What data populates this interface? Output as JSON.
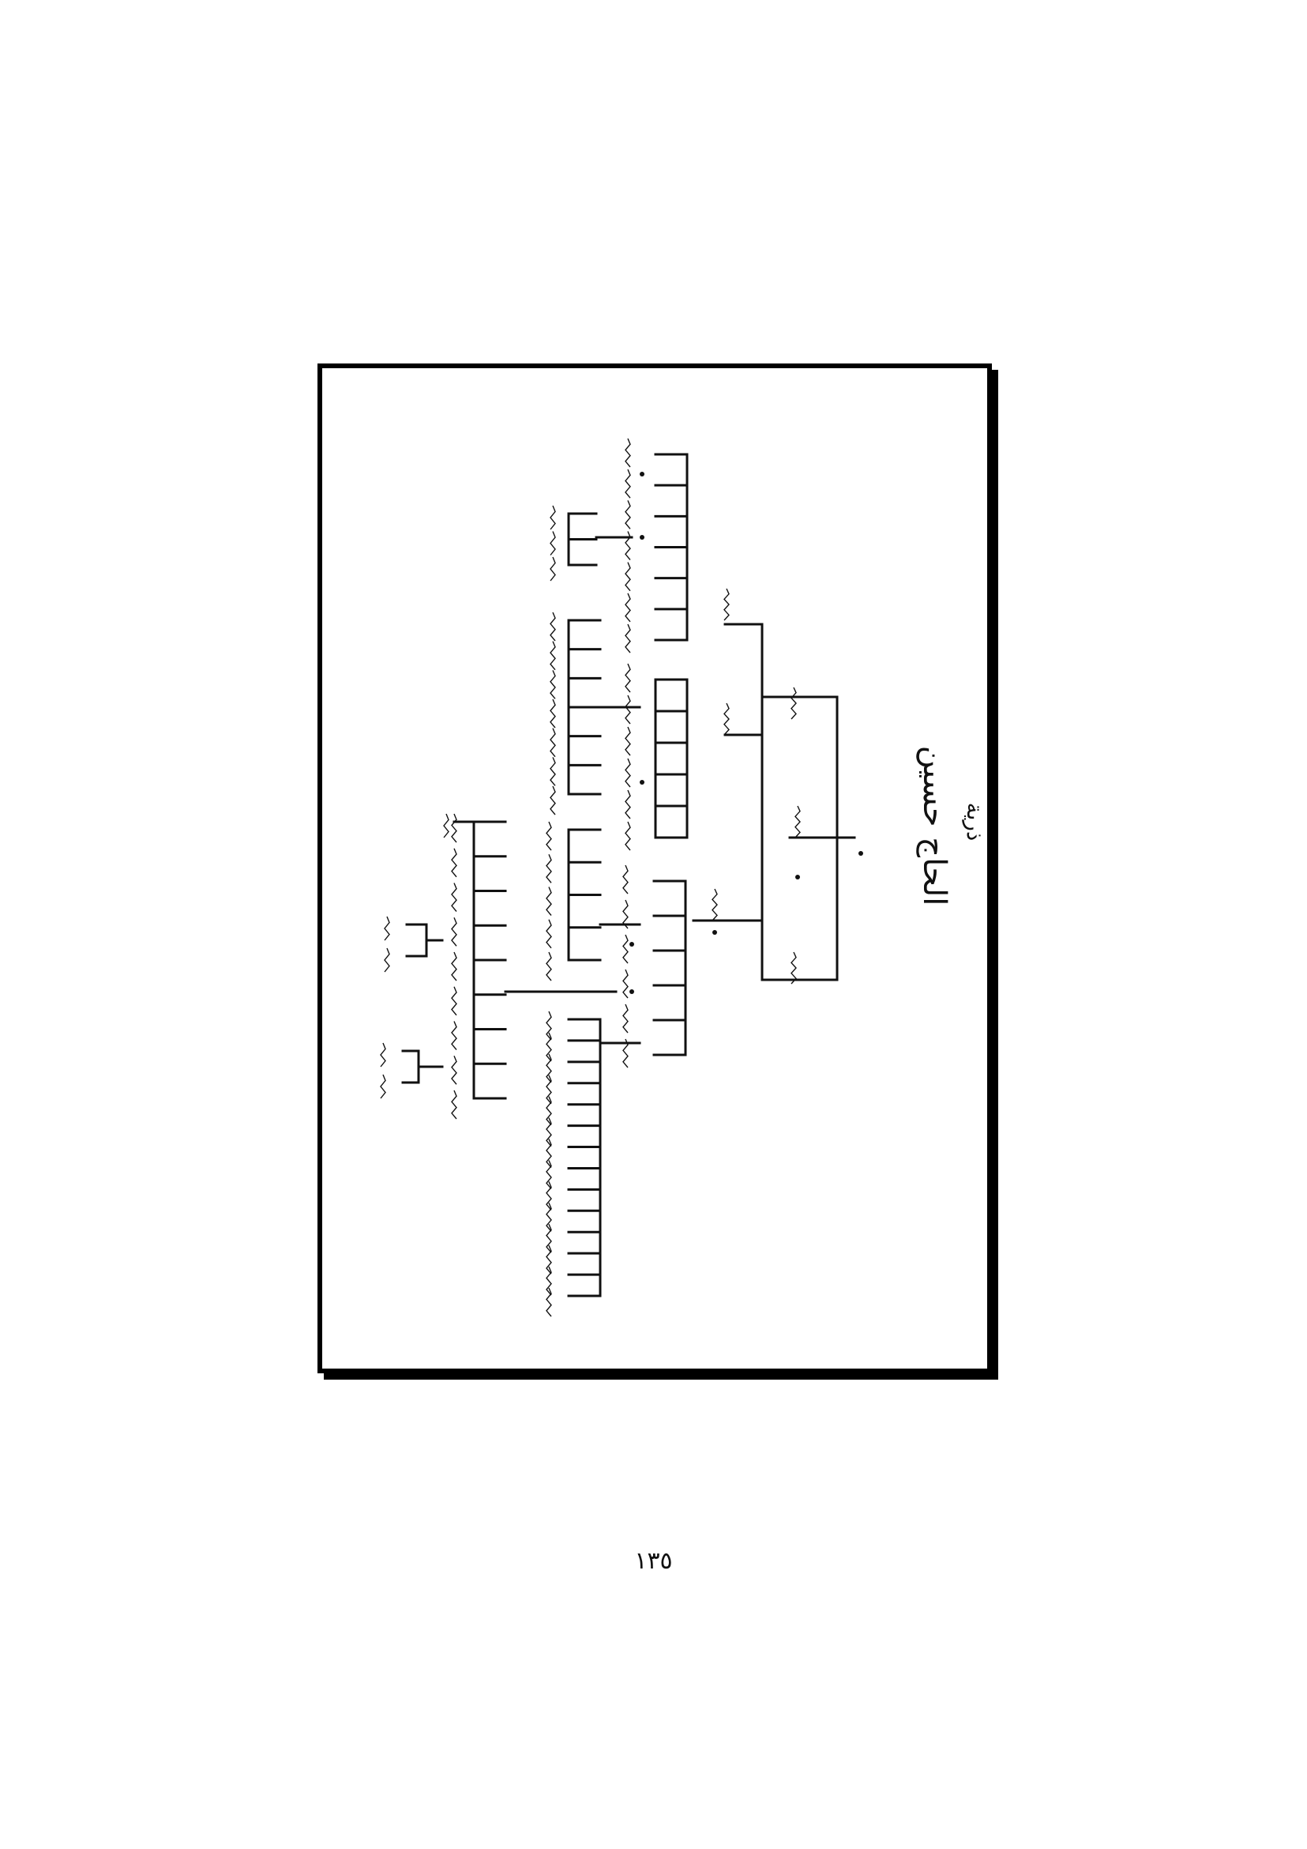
{
  "page": {
    "number": "١٣٥",
    "ink_color": "#111111",
    "frame_color": "#000000"
  },
  "figure": {
    "title_line1": "ذرية",
    "title_line2": "الحاج حسين",
    "handwriting_note": "Remaining handwritten Arabic names on the genealogy tree are illegible at this resolution and are rendered as scribble marks."
  }
}
